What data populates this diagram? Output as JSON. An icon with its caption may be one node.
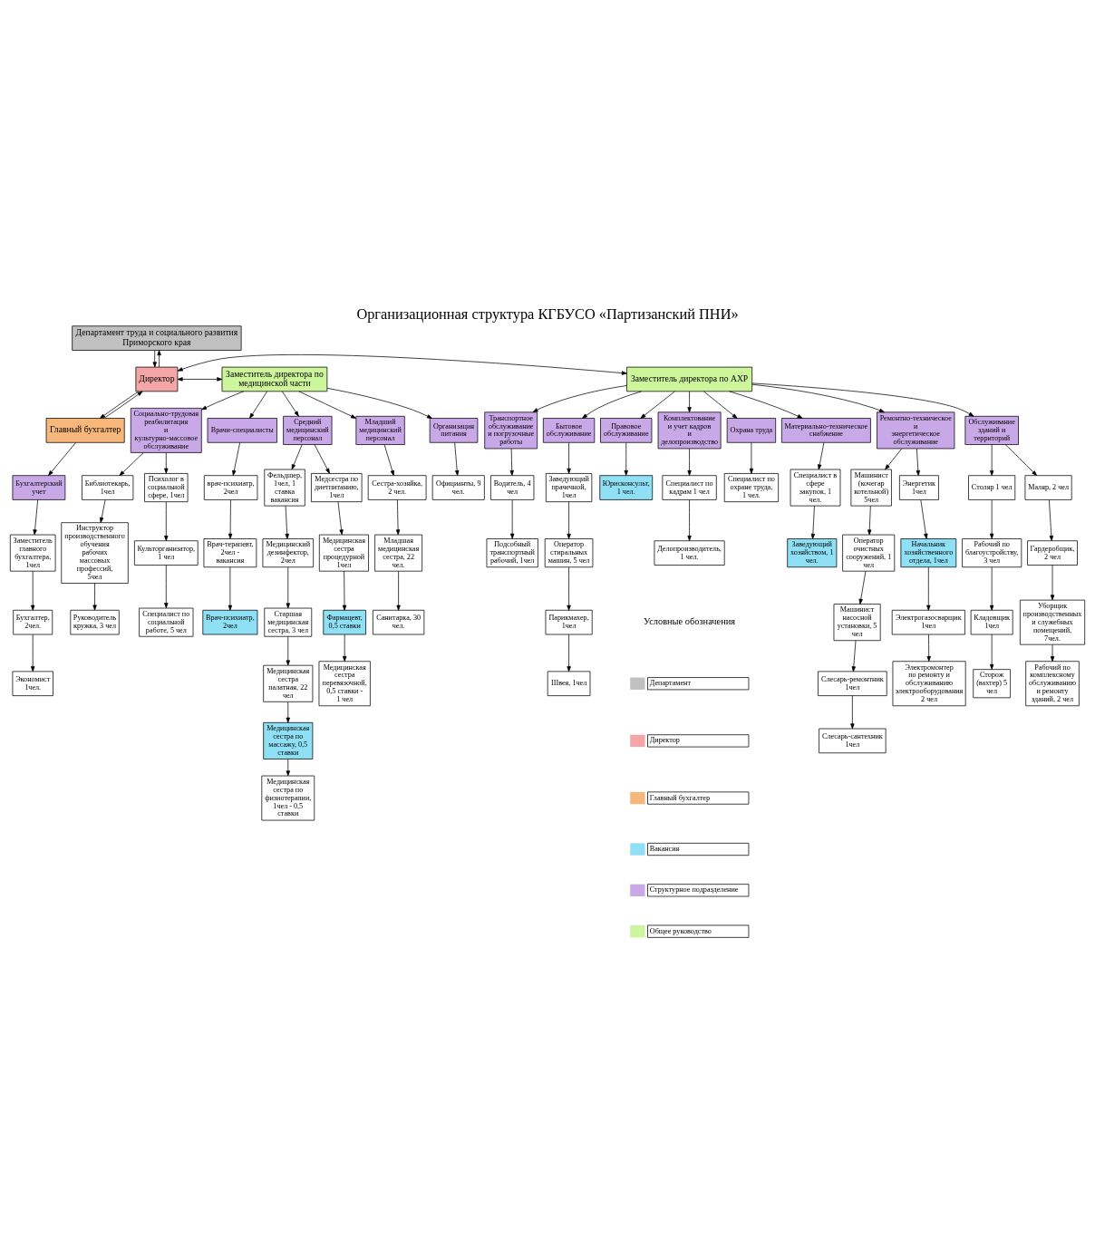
{
  "diagram": {
    "title": "Организационная структура КГБУСО «Партизанский ПНИ»",
    "nodes": [
      {
        "text": [
          "Департамент труда и социального развития Приморского края"
        ]
      },
      {
        "text": [
          "Директор"
        ]
      },
      {
        "text": [
          "Заместитель директора по АХР"
        ]
      },
      {
        "text": [
          "Заместитель директора по медицинской части"
        ]
      },
      {
        "text": [
          "Главный бухгалтер"
        ]
      },
      {
        "text": [
          "Правовое обслуживание"
        ]
      },
      {
        "text": [
          "Комплектование и учет кадров и делопроизводство"
        ]
      },
      {
        "text": [
          "Охрана труда"
        ]
      },
      {
        "text": [
          "Материально-техническое снабжение"
        ]
      },
      {
        "text": [
          "Ремонтно-техническое и энергетическое обслуживание"
        ]
      },
      {
        "text": [
          "Обслуживание зданий и территорий"
        ]
      },
      {
        "text": [
          "Транспортное обслуживание и погрузочные работы"
        ]
      },
      {
        "text": [
          "Бытовое обслуживание"
        ]
      },
      {
        "text": [
          "Бухгалтерский учет"
        ]
      },
      {
        "text": [
          "Организация питания"
        ]
      },
      {
        "text": [
          "Социально-трудовая реабилитация и культурно-массовое обслуживание"
        ]
      },
      {
        "text": [
          "Врачи-специалисты"
        ]
      },
      {
        "text": [
          "Средний медицинский персонал"
        ]
      },
      {
        "text": [
          "Младший медицинский персонал"
        ]
      },
      {
        "text": [
          "Юрисконсульт, 1 чел."
        ]
      },
      {
        "text": [
          "Специалист по кадрам 1 чел"
        ]
      },
      {
        "text": [
          "Делопроизводитель, 1 чел."
        ]
      },
      {
        "text": [
          "Специалист по охране труда, 1 чел."
        ]
      },
      {
        "text": [
          "Специалист в сфере закупок, 1 чел."
        ]
      },
      {
        "text": [
          "Заведующий хозяйством, 1 чел."
        ]
      },
      {
        "text": [
          "Машинист (кочегар котельной) 5чел"
        ]
      },
      {
        "text": [
          "Оператор очистных сооружений, 1 чел"
        ]
      },
      {
        "text": [
          "Машинист насосной установки, 5 чел"
        ]
      },
      {
        "text": [
          "Слесарь-ремонтник 1чел"
        ]
      },
      {
        "text": [
          "Слесарь-сантехник 1чел"
        ]
      },
      {
        "text": [
          "Энергетик 1чел"
        ]
      },
      {
        "text": [
          "Начальник хозяйственного отдела, 1чел"
        ]
      },
      {
        "text": [
          "Электрогазосварщик 1чел"
        ]
      },
      {
        "text": [
          "Электромонтер по ремонту и обслуживанию электрооборудования 2 чел"
        ]
      },
      {
        "text": [
          "Столяр 1 чел"
        ]
      },
      {
        "text": [
          "Рабочий по благоустройству, 3 чел"
        ]
      },
      {
        "text": [
          "Кладовщик 1чел"
        ]
      },
      {
        "text": [
          "Сторож (вахтер) 5 чел"
        ]
      },
      {
        "text": [
          "Маляр, 2 чел"
        ]
      },
      {
        "text": [
          "Гардеробщик, 2 чел"
        ]
      },
      {
        "text": [
          "Уборщик производственных и служебных помещений, 7чел."
        ]
      },
      {
        "text": [
          "Рабочий по комплексному обслуживанию и ремонту зданий, 2 чел"
        ]
      },
      {
        "text": [
          "Водитель, 4 чел"
        ]
      },
      {
        "text": [
          "Подсобный транспортный рабочий, 1чел"
        ]
      },
      {
        "text": [
          "Заведующий прачечной, 1чел"
        ]
      },
      {
        "text": [
          "Оператор стиральных машин, 5 чел"
        ]
      },
      {
        "text": [
          "Парикмахер, 1чел"
        ]
      },
      {
        "text": [
          "Швея, 1чел"
        ]
      },
      {
        "text": [
          "Заместитель главного бухгалтера, 1чел"
        ]
      },
      {
        "text": [
          "Бухгалтер, 2чел."
        ]
      },
      {
        "text": [
          "Экономист 1чел."
        ]
      },
      {
        "text": [
          "Официанты, 9 чел."
        ]
      },
      {
        "text": [
          "Психолог в социальной сфере, 1чел"
        ]
      },
      {
        "text": [
          "Культорганизатор, 1 чел"
        ]
      },
      {
        "text": [
          "Специалист по социальной работе, 5 чел"
        ]
      },
      {
        "text": [
          "Библиотекарь, 1чел"
        ]
      },
      {
        "text": [
          "Инструктор производственного обучения рабочих массовых профессий, 5чел"
        ]
      },
      {
        "text": [
          "Руководитель кружка, 3 чел"
        ]
      },
      {
        "text": [
          "врач-психиатр, 2чел"
        ]
      },
      {
        "text": [
          "Врач-терапевт, 2чел - вакансия"
        ]
      },
      {
        "text": [
          "Врач-психиатр, 2чел"
        ]
      },
      {
        "text": [
          "Медсестра по диетпитанию, 1чел"
        ]
      },
      {
        "text": [
          "Медицинская сестра процедурной 1чел"
        ]
      },
      {
        "text": [
          "Фармацевт, 0,5 ставки"
        ]
      },
      {
        "text": [
          "Медицинская сестра перевязочной, 0,5 ставки - 1 чел"
        ]
      },
      {
        "text": [
          "Фельдшер, 1чел, 1 ставка вакансия"
        ]
      },
      {
        "text": [
          "Медицинский дезинфектор, 2чел"
        ]
      },
      {
        "text": [
          "Старшая медицинская сестра, 3 чел"
        ]
      },
      {
        "text": [
          "Медицинская сестра палатная, 22 чел"
        ]
      },
      {
        "text": [
          "Медицинская сестра по массажу, 0,5 ставки"
        ]
      },
      {
        "text": [
          "Медицинская сестра по физиотерапии, 1чел - 0,5 ставки"
        ]
      },
      {
        "text": [
          "Сестра-хозяйка, 2 чел."
        ]
      },
      {
        "text": [
          "Младшая медицинская сестра, 22 чел."
        ]
      },
      {
        "text": [
          "Санитарка, 30 чел."
        ]
      }
    ],
    "edges": [
      {
        "from": 0,
        "to": 1,
        "arrow": "to"
      },
      {
        "from": 1,
        "to": 0,
        "arrow": "to"
      },
      {
        "from": 1,
        "to": 2,
        "arrow": "both"
      },
      {
        "from": 1,
        "to": 3,
        "arrow": "both"
      },
      {
        "from": 1,
        "to": 4,
        "arrow": "to"
      },
      {
        "from": 4,
        "to": 1,
        "arrow": "to"
      },
      {
        "from": 2,
        "to": 5,
        "arrow": "to"
      },
      {
        "from": 2,
        "to": 6,
        "arrow": "to"
      },
      {
        "from": 2,
        "to": 7,
        "arrow": "to"
      },
      {
        "from": 2,
        "to": 8,
        "arrow": "to"
      },
      {
        "from": 2,
        "to": 9,
        "arrow": "to"
      },
      {
        "from": 2,
        "to": 10,
        "arrow": "to"
      },
      {
        "from": 2,
        "to": 11,
        "arrow": "to"
      },
      {
        "from": 2,
        "to": 12,
        "arrow": "to"
      },
      {
        "from": 4,
        "to": 13,
        "arrow": "to"
      },
      {
        "from": 3,
        "to": 14,
        "arrow": "to"
      },
      {
        "from": 3,
        "to": 15,
        "arrow": "to"
      },
      {
        "from": 3,
        "to": 16,
        "arrow": "to"
      },
      {
        "from": 3,
        "to": 17,
        "arrow": "to"
      },
      {
        "from": 3,
        "to": 18,
        "arrow": "to"
      },
      {
        "from": 5,
        "to": 19,
        "arrow": "to"
      },
      {
        "from": 6,
        "to": 20,
        "arrow": "to"
      },
      {
        "from": 20,
        "to": 21,
        "arrow": "to"
      },
      {
        "from": 7,
        "to": 22,
        "arrow": "to"
      },
      {
        "from": 8,
        "to": 23,
        "arrow": "to"
      },
      {
        "from": 23,
        "to": 24,
        "arrow": "to"
      },
      {
        "from": 9,
        "to": 25,
        "arrow": "to"
      },
      {
        "from": 25,
        "to": 26,
        "arrow": "to"
      },
      {
        "from": 26,
        "to": 27,
        "arrow": "to"
      },
      {
        "from": 27,
        "to": 28,
        "arrow": "to"
      },
      {
        "from": 28,
        "to": 29,
        "arrow": "to"
      },
      {
        "from": 9,
        "to": 30,
        "arrow": "to"
      },
      {
        "from": 30,
        "to": 31,
        "arrow": "to"
      },
      {
        "from": 31,
        "to": 32,
        "arrow": "to"
      },
      {
        "from": 32,
        "to": 33,
        "arrow": "to"
      },
      {
        "from": 10,
        "to": 34,
        "arrow": "to"
      },
      {
        "from": 34,
        "to": 35,
        "arrow": "to"
      },
      {
        "from": 35,
        "to": 36,
        "arrow": "to"
      },
      {
        "from": 36,
        "to": 37,
        "arrow": "to"
      },
      {
        "from": 10,
        "to": 38,
        "arrow": "to"
      },
      {
        "from": 38,
        "to": 39,
        "arrow": "to"
      },
      {
        "from": 39,
        "to": 40,
        "arrow": "to"
      },
      {
        "from": 40,
        "to": 41,
        "arrow": "to"
      },
      {
        "from": 11,
        "to": 42,
        "arrow": "to"
      },
      {
        "from": 42,
        "to": 43,
        "arrow": "to"
      },
      {
        "from": 12,
        "to": 44,
        "arrow": "to"
      },
      {
        "from": 44,
        "to": 45,
        "arrow": "to"
      },
      {
        "from": 45,
        "to": 46,
        "arrow": "to"
      },
      {
        "from": 46,
        "to": 47,
        "arrow": "to"
      },
      {
        "from": 13,
        "to": 48,
        "arrow": "to"
      },
      {
        "from": 48,
        "to": 49,
        "arrow": "to"
      },
      {
        "from": 49,
        "to": 50,
        "arrow": "to"
      },
      {
        "from": 14,
        "to": 51,
        "arrow": "to"
      },
      {
        "from": 15,
        "to": 52,
        "arrow": "to"
      },
      {
        "from": 52,
        "to": 53,
        "arrow": "to"
      },
      {
        "from": 53,
        "to": 54,
        "arrow": "to"
      },
      {
        "from": 15,
        "to": 55,
        "arrow": "to"
      },
      {
        "from": 55,
        "to": 56,
        "arrow": "to"
      },
      {
        "from": 56,
        "to": 57,
        "arrow": "to"
      },
      {
        "from": 16,
        "to": 58,
        "arrow": "to"
      },
      {
        "from": 58,
        "to": 59,
        "arrow": "to"
      },
      {
        "from": 59,
        "to": 60,
        "arrow": "to"
      },
      {
        "from": 17,
        "to": 61,
        "arrow": "to"
      },
      {
        "from": 61,
        "to": 62,
        "arrow": "to"
      },
      {
        "from": 62,
        "to": 63,
        "arrow": "to"
      },
      {
        "from": 63,
        "to": 64,
        "arrow": "to"
      },
      {
        "from": 17,
        "to": 65,
        "arrow": "to"
      },
      {
        "from": 65,
        "to": 66,
        "arrow": "to"
      },
      {
        "from": 66,
        "to": 67,
        "arrow": "to"
      },
      {
        "from": 67,
        "to": 68,
        "arrow": "to"
      },
      {
        "from": 68,
        "to": 69,
        "arrow": "to"
      },
      {
        "from": 69,
        "to": 70,
        "arrow": "to"
      },
      {
        "from": 18,
        "to": 71,
        "arrow": "to"
      },
      {
        "from": 71,
        "to": 72,
        "arrow": "to"
      },
      {
        "from": 72,
        "to": 73,
        "arrow": "to"
      }
    ],
    "labels": [
      "Условные обозначения"
    ],
    "legend": [
      {
        "text": "Департамент",
        "color": "#c0c0c0"
      },
      {
        "text": "Директор",
        "color": "#f4a6a6"
      },
      {
        "text": "Главный бухгалтер",
        "color": "#f7b77a"
      },
      {
        "text": "Вакансия",
        "color": "#8fe0f5"
      },
      {
        "text": "Структурное подразделение",
        "color": "#c9a8e8"
      },
      {
        "text": "Общее руководство",
        "color": "#ccf59c"
      }
    ]
  }
}
